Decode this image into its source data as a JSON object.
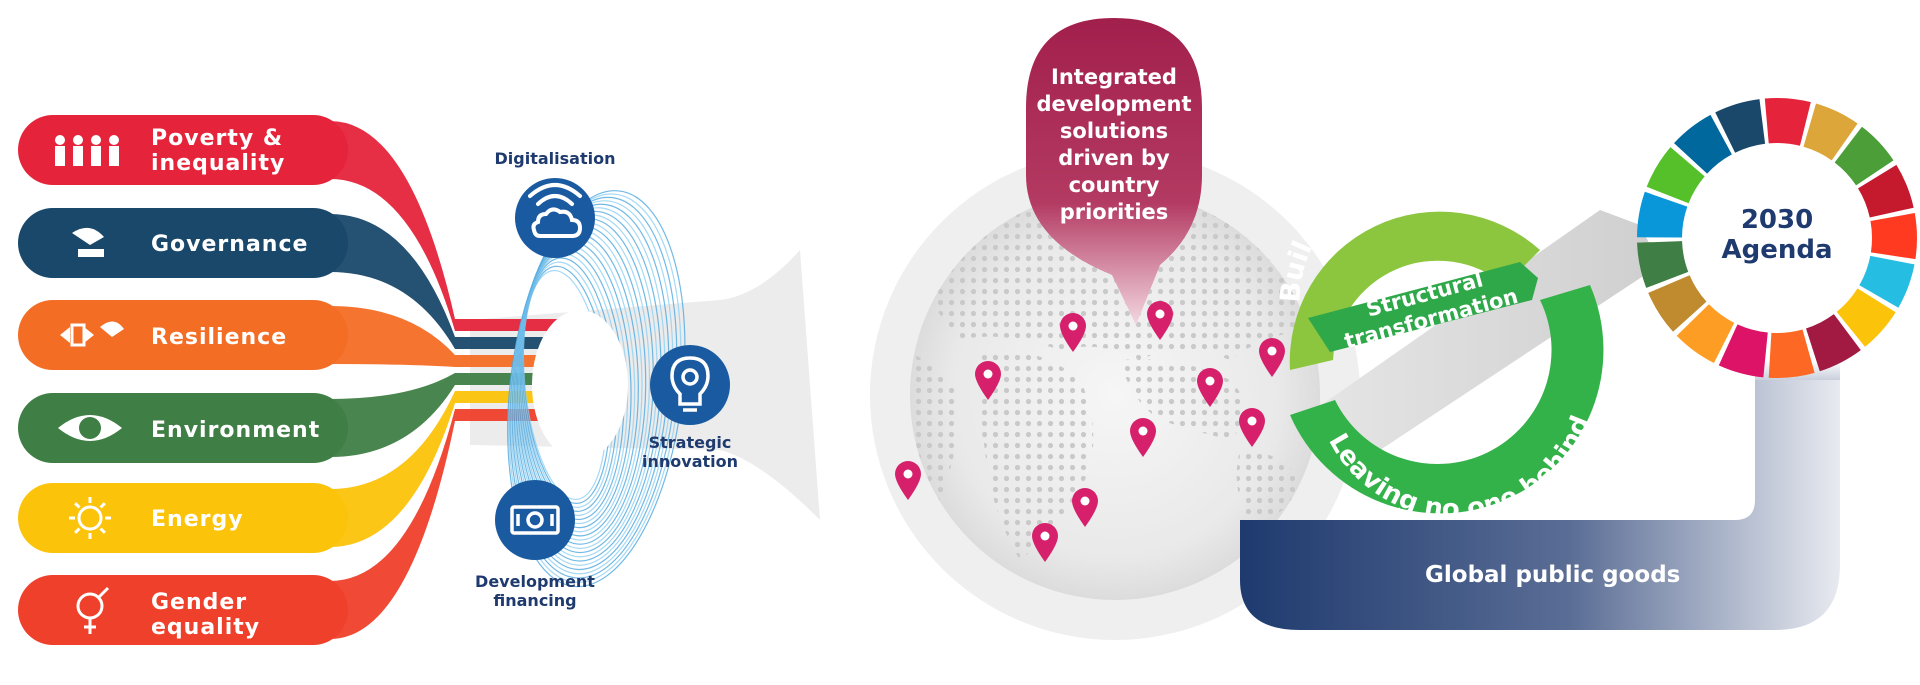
{
  "themes": [
    {
      "label": "Poverty &\ninequality",
      "icon": "family-icon",
      "color": "#e5243b"
    },
    {
      "label": "Governance",
      "icon": "dove-gavel-icon",
      "color": "#19486a"
    },
    {
      "label": "Resilience",
      "icon": "resilience-arrows-icon",
      "color": "#f36d25"
    },
    {
      "label": "Environment",
      "icon": "eye-globe-icon",
      "color": "#3f7e44"
    },
    {
      "label": "Energy",
      "icon": "sun-power-icon",
      "color": "#fcc30b"
    },
    {
      "label": "Gender\nequality",
      "icon": "gender-icon",
      "color": "#ef402b"
    }
  ],
  "enablers": {
    "digitalisation": "Digitalisation",
    "strategic_innovation": "Strategic\ninnovation",
    "development_financing": "Development\nfinancing"
  },
  "callout": "Integrated\ndevelopment\nsolutions\ndriven by\ncountry\npriorities",
  "cycle": {
    "outer_top": "Building resilience",
    "outer_bottom": "Leaving no one behind",
    "center": "Structural\ntransformation"
  },
  "agenda": "2030\nAgenda",
  "global_public_goods": "Global public goods",
  "colors": {
    "navy": "#1e3a6e",
    "magenta": "#b0245a",
    "green_light": "#8cc63f",
    "green_dark": "#26a63f",
    "pin": "#d6206b"
  }
}
